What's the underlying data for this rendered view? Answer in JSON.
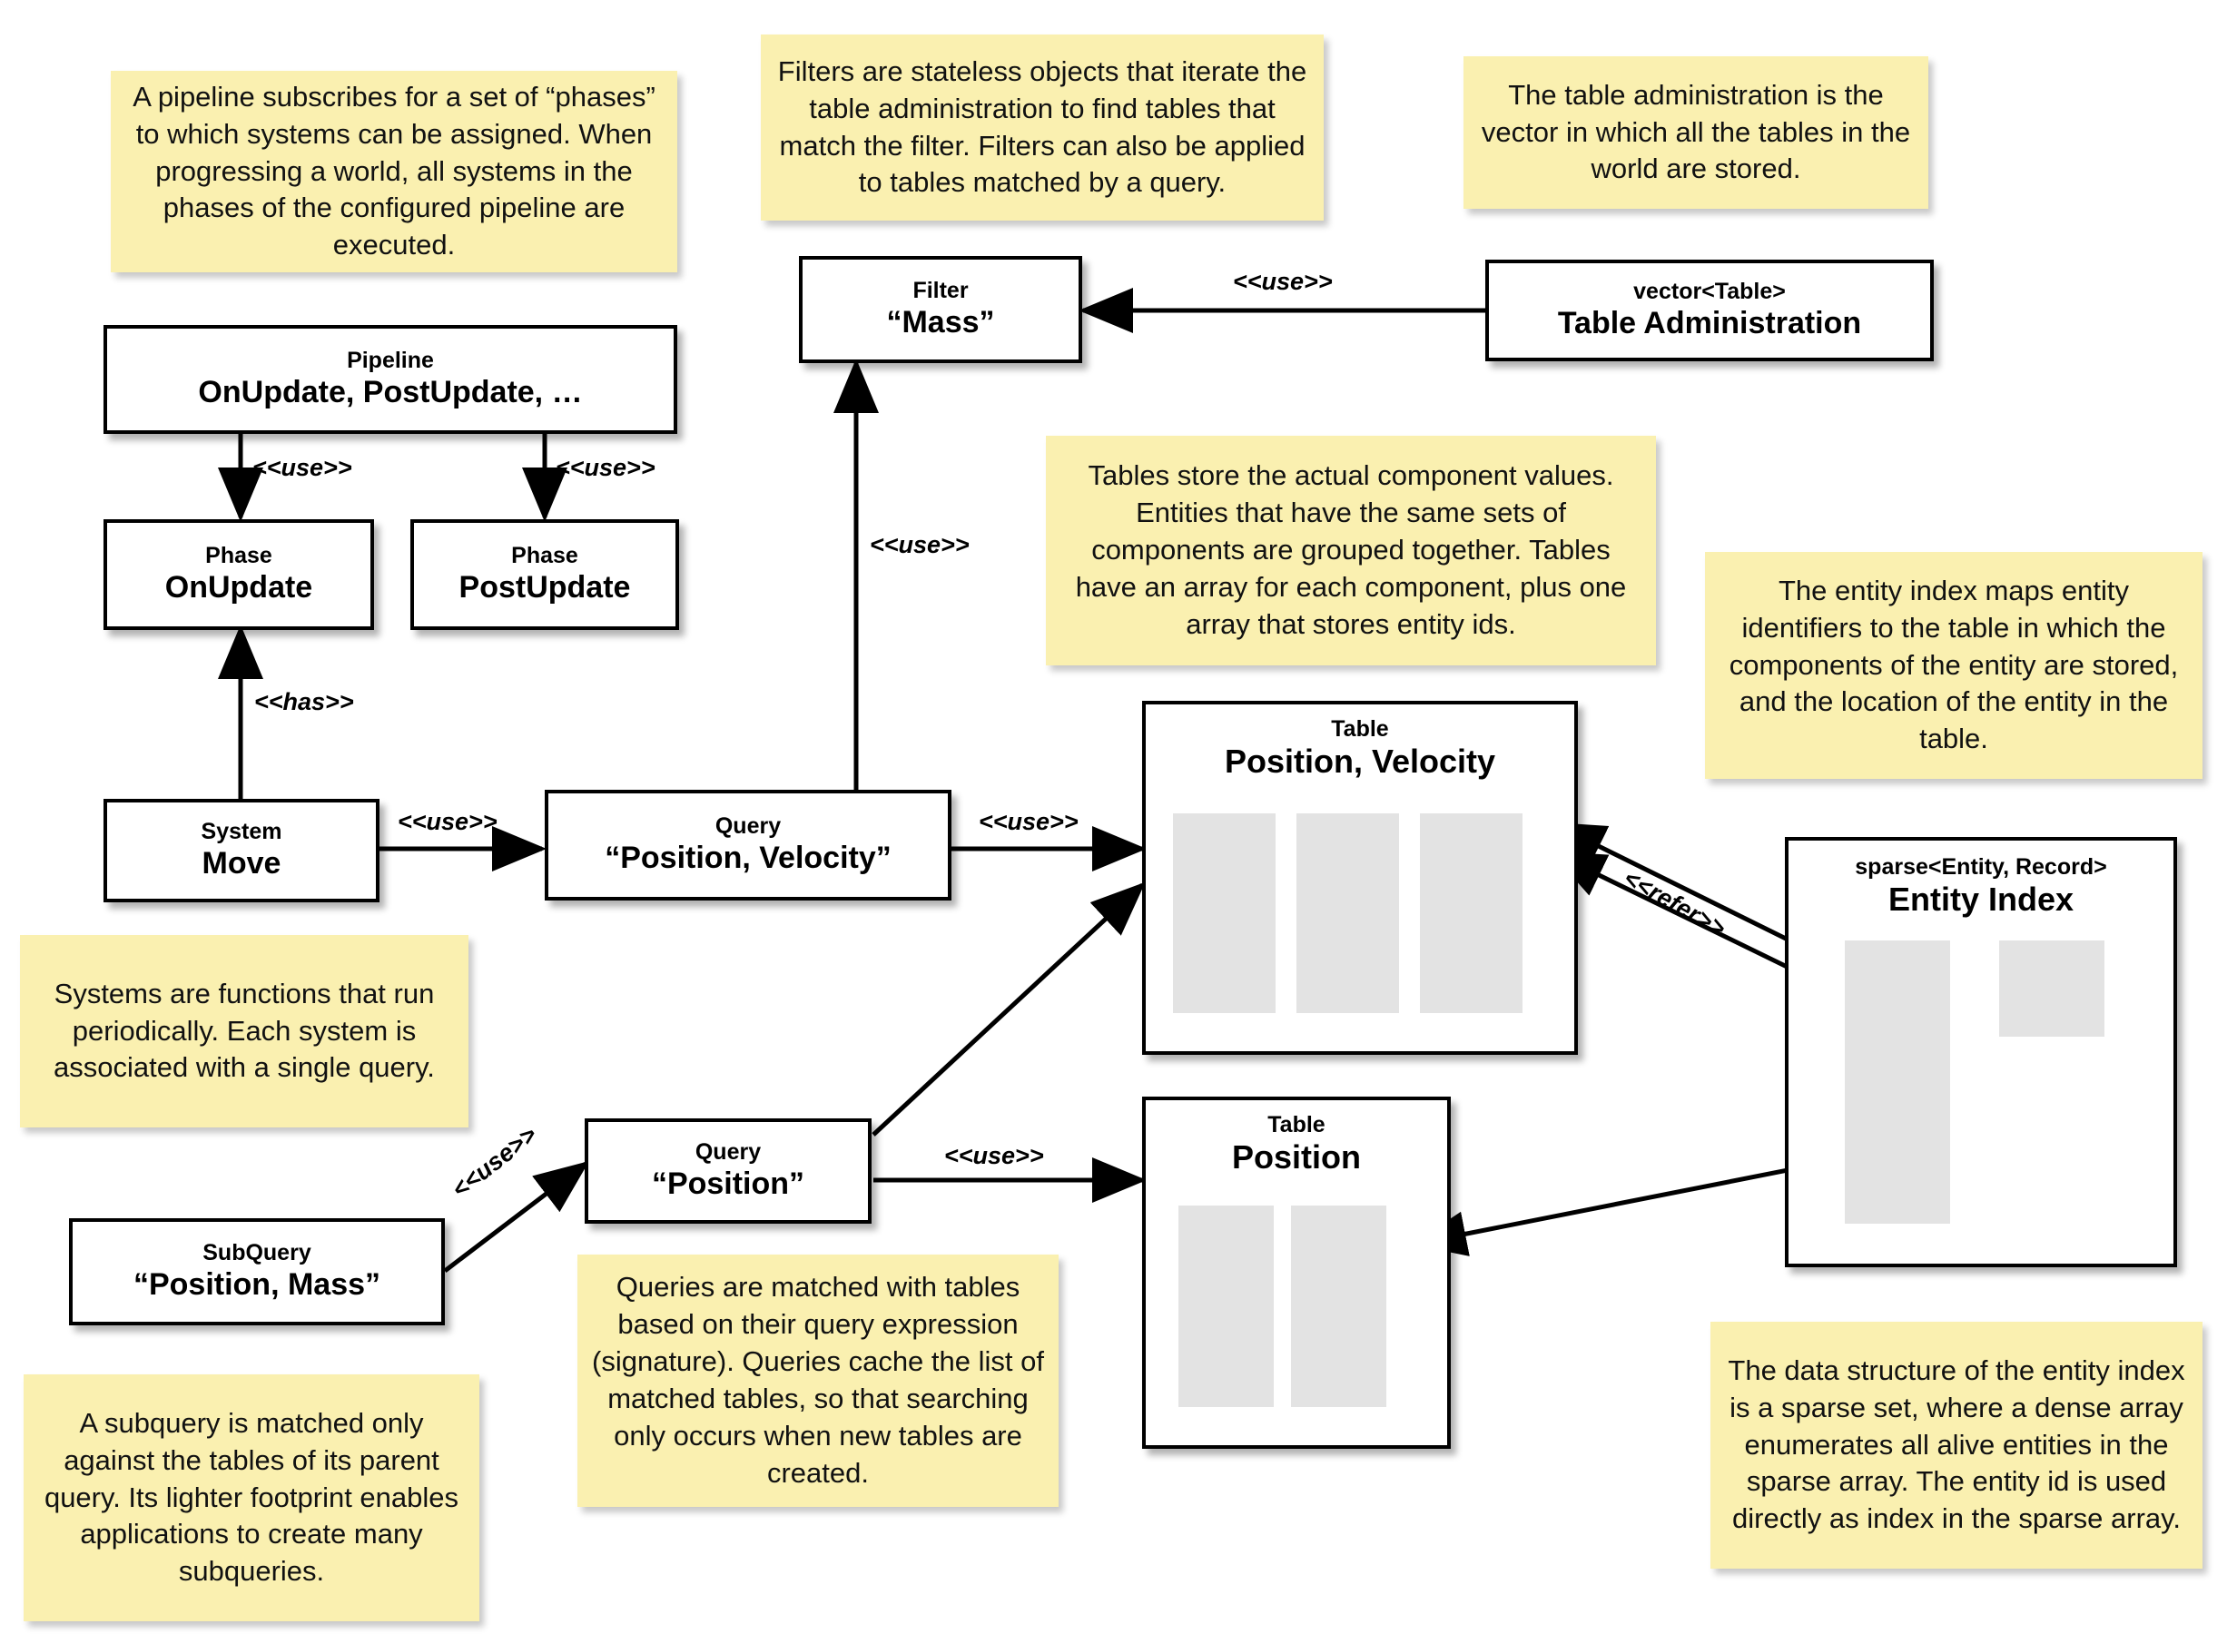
{
  "diagram": {
    "title": "ECS architecture diagram",
    "colors": {
      "note": "#faf0b0",
      "box_border": "#000000",
      "column_fill": "#e3e3e3",
      "background": "#ffffff"
    }
  },
  "notes": [
    {
      "id": "note-pipeline",
      "text": "A pipeline subscribes for a set of “phases” to which systems can be assigned. When progressing a world, all systems in the phases of the configured pipeline are executed."
    },
    {
      "id": "note-filters",
      "text": "Filters are stateless objects that iterate the table administration to find tables that match the filter. Filters can also be applied to tables matched by a query."
    },
    {
      "id": "note-table-admin",
      "text": "The table administration is the vector in which all the tables in the world are stored."
    },
    {
      "id": "note-tables",
      "text": "Tables store the actual component values. Entities that have the same sets of components are grouped together. Tables have an array for each component, plus one array that stores entity ids."
    },
    {
      "id": "note-entity-index",
      "text": "The entity index maps entity identifiers to the table in which the components of the entity are stored, and the location of the entity in the table."
    },
    {
      "id": "note-systems",
      "text": "Systems are functions that run periodically. Each system is associated with a single query."
    },
    {
      "id": "note-queries",
      "text": "Queries are matched with tables based on their query expression (signature). Queries cache the list of matched tables, so that searching only occurs when new tables are created."
    },
    {
      "id": "note-subquery",
      "text": "A subquery is matched only against the tables of its parent query. Its lighter footprint enables applications to create many subqueries."
    },
    {
      "id": "note-sparse-set",
      "text": "The data structure of the entity index is a sparse set, where a dense array enumerates all alive entities in the sparse array. The entity id is used directly as index in the sparse array."
    }
  ],
  "boxes": [
    {
      "id": "box-filter",
      "sub": "Filter",
      "main": "“Mass”"
    },
    {
      "id": "box-table-admin",
      "sub": "vector<Table>",
      "main": "Table Administration"
    },
    {
      "id": "box-pipeline",
      "sub": "Pipeline",
      "main": "OnUpdate, PostUpdate, …"
    },
    {
      "id": "box-phase-onupdate",
      "sub": "Phase",
      "main": "OnUpdate"
    },
    {
      "id": "box-phase-postupdate",
      "sub": "Phase",
      "main": "PostUpdate"
    },
    {
      "id": "box-system-move",
      "sub": "System",
      "main": "Move"
    },
    {
      "id": "box-query-posvel",
      "sub": "Query",
      "main": "“Position, Velocity”"
    },
    {
      "id": "box-query-pos",
      "sub": "Query",
      "main": "“Position”"
    },
    {
      "id": "box-subquery",
      "sub": "SubQuery",
      "main": "“Position, Mass”"
    },
    {
      "id": "box-table-posvel",
      "sub": "Table",
      "main": "Position, Velocity",
      "columns": 3
    },
    {
      "id": "box-table-pos",
      "sub": "Table",
      "main": "Position",
      "columns": 2
    },
    {
      "id": "box-entity-index",
      "sub": "sparse<Entity, Record>",
      "main": "Entity Index"
    }
  ],
  "edge_labels": [
    {
      "id": "label-tableadmin-filter",
      "text": "<<use>>"
    },
    {
      "id": "label-pipeline-onupdate",
      "text": "<<use>>"
    },
    {
      "id": "label-pipeline-postupdate",
      "text": "<<use>>"
    },
    {
      "id": "label-system-phase",
      "text": "<<has>>"
    },
    {
      "id": "label-system-query",
      "text": "<<use>>"
    },
    {
      "id": "label-query-filter",
      "text": "<<use>>"
    },
    {
      "id": "label-query-tableposvel",
      "text": "<<use>>"
    },
    {
      "id": "label-querypos-tablepos",
      "text": "<<use>>"
    },
    {
      "id": "label-subquery-query",
      "text": "<<use>>"
    },
    {
      "id": "label-entityindex-refer",
      "text": "<<refer>>"
    }
  ]
}
